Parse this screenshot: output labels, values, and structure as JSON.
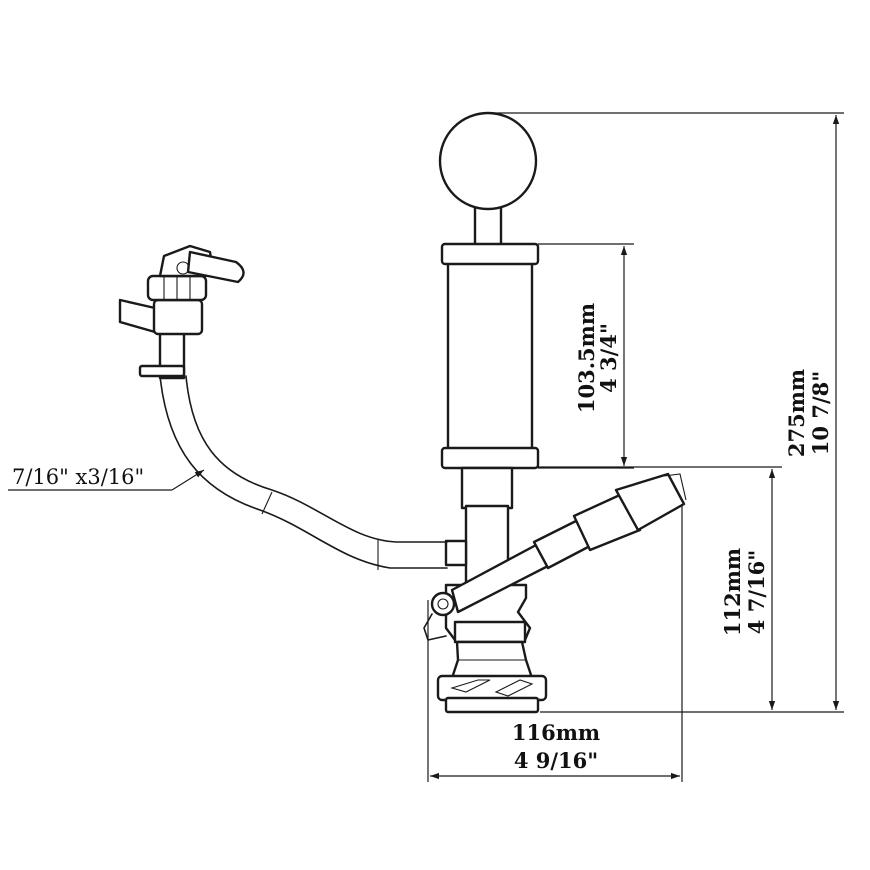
{
  "dimensions": {
    "hose": "7/16\" x3/16\"",
    "chamber_mm": "103.5mm",
    "chamber_in": "4 3/4\"",
    "total_mm": "275mm",
    "total_in": "10 7/8\"",
    "coupler_height_mm": "112mm",
    "coupler_height_in": "4 7/16\"",
    "width_mm": "116mm",
    "width_in": "4 9/16\""
  },
  "colors": {
    "line": "#1a1a1a",
    "background": "#ffffff"
  }
}
